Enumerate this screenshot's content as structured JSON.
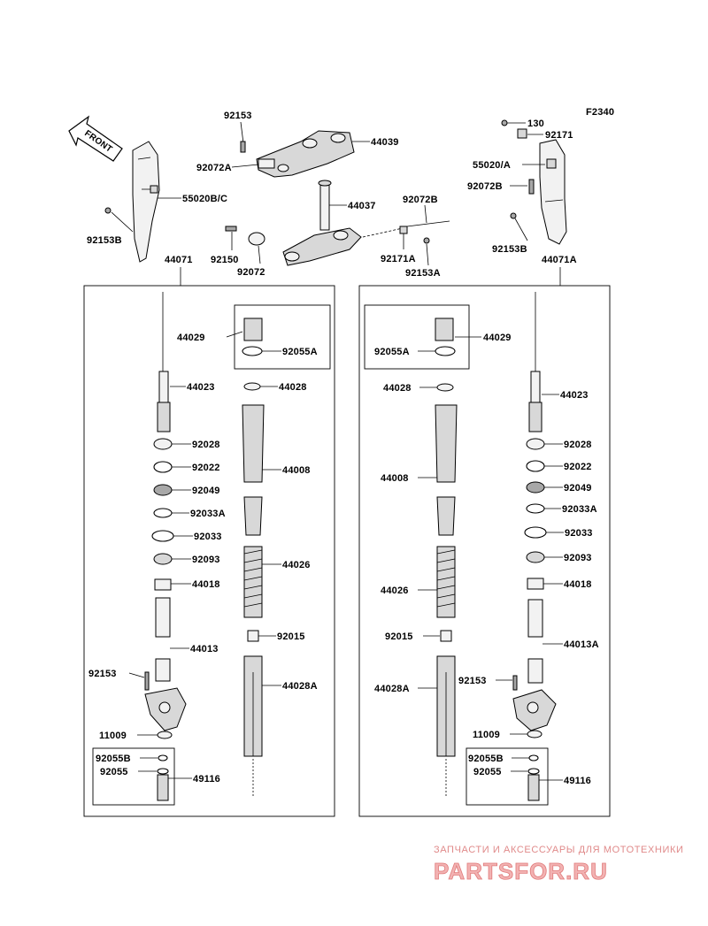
{
  "figure_code": "F2340",
  "front_label": "FRONT",
  "labels": {
    "p92153": "92153",
    "p44039": "44039",
    "p92072A": "92072A",
    "p55020BC": "55020B/C",
    "p44037": "44037",
    "p92072B_top": "92072B",
    "p92153B_left": "92153B",
    "p92150": "92150",
    "p92072": "92072",
    "p92171A": "92171A",
    "p92153A": "92153A",
    "p130": "130",
    "p92171": "92171",
    "p55020A": "55020/A",
    "p92072B_right": "92072B",
    "p92153B_right": "92153B",
    "p44071": "44071",
    "p44071A": "44071A",
    "left": {
      "p44029": "44029",
      "p92055A": "92055A",
      "p44023": "44023",
      "p44028": "44028",
      "p44008": "44008",
      "p92028": "92028",
      "p92022": "92022",
      "p92049": "92049",
      "p92033A": "92033A",
      "p92033": "92033",
      "p92093": "92093",
      "p44026": "44026",
      "p44018": "44018",
      "p92015": "92015",
      "p44013": "44013",
      "p92153": "92153",
      "p44028A": "44028A",
      "p11009": "11009",
      "p92055B": "92055B",
      "p92055": "92055",
      "p49116": "49116"
    },
    "right": {
      "p44029": "44029",
      "p92055A": "92055A",
      "p44028": "44028",
      "p44023": "44023",
      "p44008": "44008",
      "p92028": "92028",
      "p92022": "92022",
      "p92049": "92049",
      "p92033A": "92033A",
      "p92033": "92033",
      "p92093": "92093",
      "p44026": "44026",
      "p44018": "44018",
      "p92015": "92015",
      "p44013A": "44013A",
      "p92153": "92153",
      "p44028A": "44028A",
      "p11009": "11009",
      "p92055B": "92055B",
      "p92055": "92055",
      "p49116": "49116"
    }
  },
  "watermark": {
    "tagline": "ЗАПЧАСТИ И АКСЕССУАРЫ ДЛЯ МОТОТЕХНИКИ",
    "logo": "PARTSFOR.RU"
  },
  "colors": {
    "line": "#000000",
    "part_fill": "#d8d8d8",
    "watermark": "#e07a7a"
  }
}
